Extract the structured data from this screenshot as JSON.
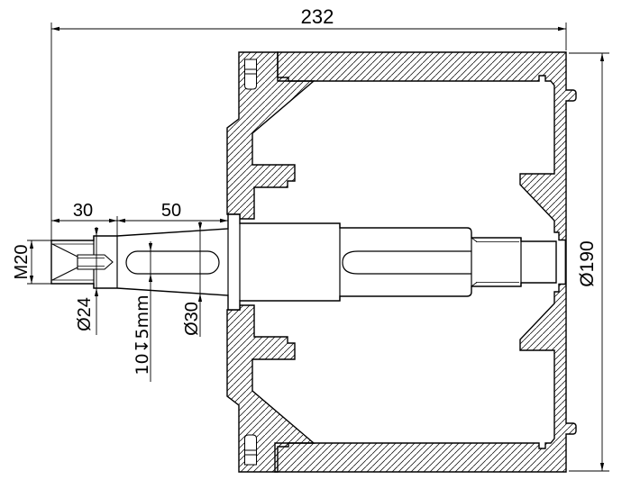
{
  "drawing": {
    "type": "engineering-section-drawing",
    "description": "Cross-section of a drum with end cover and stepped tapered shaft",
    "colors": {
      "line": "#000000",
      "background": "#ffffff"
    },
    "labels": {
      "overall_length": "232",
      "drum_diameter": "Ø190",
      "threaded_end_length": "30",
      "taper_length": "50",
      "thread_spec": "M20",
      "shoulder_diameter": "Ø24",
      "taper_large_diameter": "Ø30",
      "keyway": "10↧5mm"
    }
  }
}
